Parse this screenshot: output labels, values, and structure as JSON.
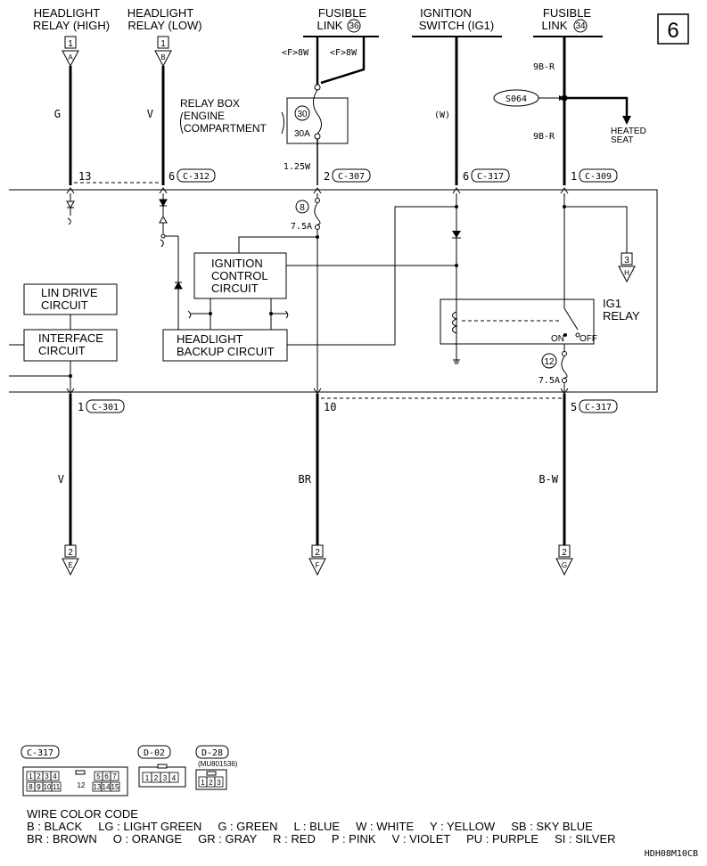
{
  "page_number": "6",
  "drawing_code": "HDH08M10CB",
  "top_labels": {
    "headlight_high": [
      "HEADLIGHT",
      "RELAY (HIGH)"
    ],
    "headlight_low": [
      "HEADLIGHT",
      "RELAY (LOW)"
    ],
    "fusible_36": [
      "FUSIBLE",
      "LINK"
    ],
    "fusible_36_num": "36",
    "ignition": [
      "IGNITION",
      "SWITCH (IG1)"
    ],
    "fusible_34": [
      "FUSIBLE",
      "LINK"
    ],
    "fusible_34_num": "34"
  },
  "ref_boxes": {
    "high": "1",
    "high_letter": "A",
    "low": "1",
    "low_letter": "B",
    "h_ref": "3",
    "h_letter": "H",
    "e_ref": "2",
    "e_letter": "E",
    "f_ref": "2",
    "f_letter": "F",
    "g_ref": "2",
    "g_letter": "G"
  },
  "wires": {
    "g": "G",
    "v_low": "V",
    "f8w_left": "<F>8W",
    "f8w_right": "<F>8W",
    "w": "(W)",
    "b9r_top": "9B-R",
    "b9r_bottom": "9B-R",
    "w125": "1.25W",
    "v_bottom": "V",
    "br": "BR",
    "bw": "B-W"
  },
  "relay_box": {
    "label": [
      "RELAY BOX",
      "ENGINE",
      "COMPARTMENT"
    ],
    "fuse_num": "30",
    "fuse_rating": "30A"
  },
  "splice": "S064",
  "heated_seat": [
    "HEATED",
    "SEAT"
  ],
  "connectors": {
    "pin13": "13",
    "pin6_c312": "6",
    "c312": "C-312",
    "pin2_c307": "2",
    "c307": "C-307",
    "pin6_c317": "6",
    "c317_top": "C-317",
    "pin1_c309": "1",
    "c309": "C-309",
    "pin1_c301": "1",
    "c301": "C-301",
    "pin10": "10",
    "pin5_c317": "5",
    "c317_bottom": "C-317"
  },
  "fuses": {
    "f8_num": "8",
    "f8_rating": "7.5A",
    "f12_num": "12",
    "f12_rating": "7.5A"
  },
  "blocks": {
    "ignition_control": [
      "IGNITION",
      "CONTROL",
      "CIRCUIT"
    ],
    "lin_drive": [
      "LIN DRIVE",
      "CIRCUIT"
    ],
    "interface": [
      "INTERFACE",
      "CIRCUIT"
    ],
    "headlight_backup": [
      "HEADLIGHT",
      "BACKUP CIRCUIT"
    ]
  },
  "ig1_relay": {
    "label": [
      "IG1",
      "RELAY"
    ],
    "on": "ON",
    "off": "OFF"
  },
  "connector_views": {
    "c317": "C-317",
    "c317_top_pins": [
      "1",
      "2",
      "3",
      "4",
      "5",
      "6",
      "7"
    ],
    "c317_bottom_pins": [
      "8",
      "9",
      "10",
      "11",
      "13",
      "14",
      "15"
    ],
    "c317_center_pin": "12",
    "d02": "D-02",
    "d02_pins": [
      "1",
      "2",
      "3",
      "4"
    ],
    "d28": "D-28",
    "d28_part": "(MU801536)",
    "d28_pins": [
      "1",
      "2",
      "3"
    ]
  },
  "wire_color_code": {
    "title": "WIRE COLOR CODE",
    "line1": "B : BLACK     LG : LIGHT GREEN     G : GREEN     L : BLUE     W : WHITE     Y : YELLOW     SB : SKY BLUE",
    "line2": "BR : BROWN     O : ORANGE     GR : GRAY     R : RED     P : PINK     V : VIOLET     PU : PURPLE     SI : SILVER"
  }
}
